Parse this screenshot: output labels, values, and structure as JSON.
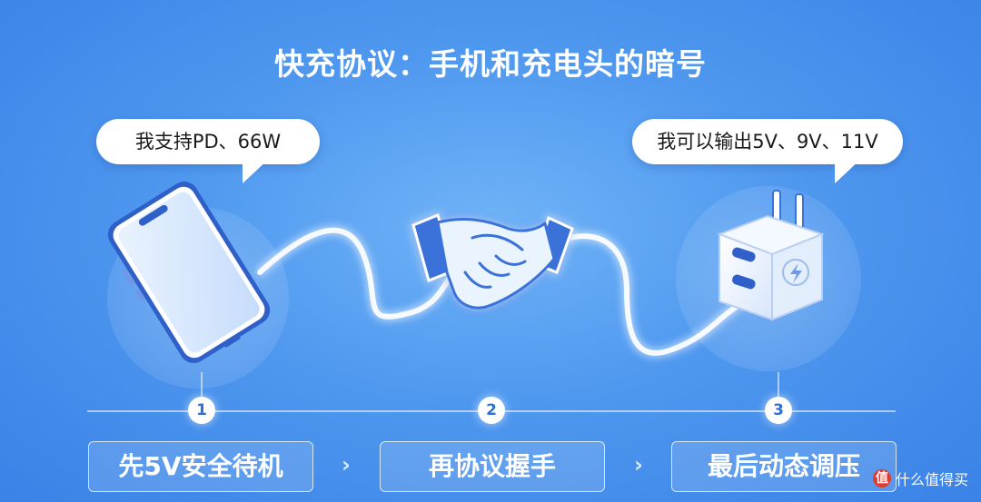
{
  "title": "快充协议：手机和充电头的暗号",
  "phone_bubble": "我支持PD、66W",
  "charger_bubble": "我可以输出5V、9V、11V",
  "steps": [
    {
      "number": "1",
      "label": "先5V安全待机"
    },
    {
      "number": "2",
      "label": "再协议握手"
    },
    {
      "number": "3",
      "label": "最后动态调压"
    }
  ],
  "arrow_glyph": "›",
  "icons": [
    "phone-icon",
    "handshake-icon",
    "charger-icon",
    "lightning-icon"
  ],
  "watermark": {
    "logo": "值",
    "text": "什么值得买"
  },
  "colors": {
    "background": "#4f98ef",
    "accent": "#2f6fd6",
    "cable_glow": "#e8f6ff"
  }
}
